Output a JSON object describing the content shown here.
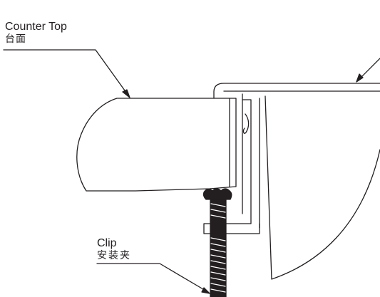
{
  "labels": {
    "counter_top_en": "Counter Top",
    "counter_top_zh": "台面",
    "clip_en": "Clip",
    "clip_zh": "安装夹"
  },
  "colors": {
    "line": "#231f20",
    "background": "#ffffff"
  }
}
